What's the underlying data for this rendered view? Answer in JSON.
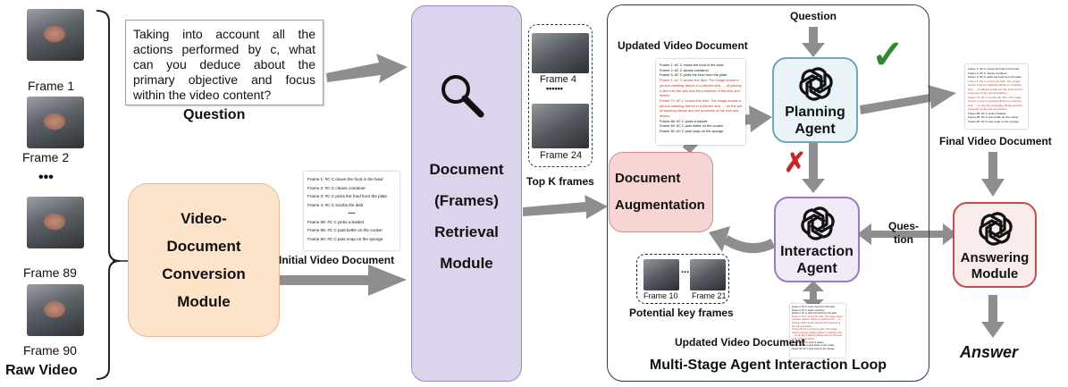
{
  "raw_video": {
    "label": "Raw Video",
    "frames": [
      "Frame 1",
      "Frame 2",
      "Frame 89",
      "Frame 90"
    ],
    "ellipsis": "•••"
  },
  "question": {
    "text": "Taking into account all the actions performed by c, what can you deduce about the primary objective and focus within the video content?",
    "label": "Question"
  },
  "conversion": {
    "label": "Video-Document Conversion Module",
    "lines": [
      "Video-",
      "Document",
      "Conversion",
      "Module"
    ]
  },
  "initial_doc": {
    "label": "Initial Video Document",
    "lines": [
      "Frame 1: #C C mixes the food in the bowl",
      "Frame 2: #C C cleans container",
      "Frame 3: #C C picks the food from the plate",
      "Frame 4: #C C scrubs the dish",
      "•••••",
      "Frame 88: #C C picks a basket",
      "Frame 89: #C C puts kettle on the cooker",
      "Frame 90: #C C puts soap on the sponge"
    ]
  },
  "retrieval": {
    "lines": [
      "Document",
      "(Frames)",
      "Retrieval",
      "Module"
    ]
  },
  "topk": {
    "label": "Top K frames",
    "frames": [
      "Frame 4",
      "Frame 24"
    ],
    "dots": "••••••"
  },
  "loop": {
    "label": "Multi-Stage Agent Interaction Loop",
    "question_label": "Question",
    "updated_doc_label_top": "Updated Video Document",
    "updated_doc_label_bottom": "Updated  Video Document",
    "augmentation": [
      "Document",
      "Augmentation"
    ],
    "planning": [
      "Planning",
      "Agent"
    ],
    "interaction": [
      "Interaction",
      "Agent"
    ],
    "potential_label": "Potential key frames",
    "potential_frames": [
      "Frame 10",
      "Frame 21"
    ],
    "potential_dots": "...",
    "check": "✓",
    "cross": "✗"
  },
  "updated_doc": {
    "lines": [
      "Frame 1: #C C mixes the food in the bowl",
      "Frame 2: #C C cleans container",
      "Frame 3: #C C picks the food from the plate",
      "Frame 4: #C C scrubs the dish. The image shows a person washing dishes in a kitchen sink, ... of placing a dish into the sink and the presence of the sink and dishes.",
      "Frame 79: #C C scrubs the dish. The image shows a person washing dishes in a kitchen sink, ... on the act of washing dishes and the presence of the sink and dishes.",
      "Frame 88: #C C picks a basket",
      "Frame 89: #C C puts kettle on the cooker",
      "Frame 90: #C C puts soap on the sponge"
    ]
  },
  "final": {
    "label": "Final Video Document",
    "question_side": [
      "Ques-",
      "tion"
    ],
    "answering": [
      "Answering",
      "Module"
    ],
    "answer": "Answer"
  },
  "colors": {
    "retrieval": "#dcd3ec",
    "conversion": "#fde3c9",
    "augmentation": "#f8d5d5",
    "planning_border": "#6fa8b6",
    "planning_fill": "#eaf4f8",
    "interaction_border": "#9b7bc0",
    "interaction_fill": "#f1ebf8",
    "answering_border": "#c44b4b",
    "answering_fill": "#fbecec",
    "arrow": "#8e8e8e",
    "check": "#2e8b2e",
    "cross": "#cc2222"
  },
  "icons": [
    "search-icon",
    "openai-logo-icon"
  ]
}
